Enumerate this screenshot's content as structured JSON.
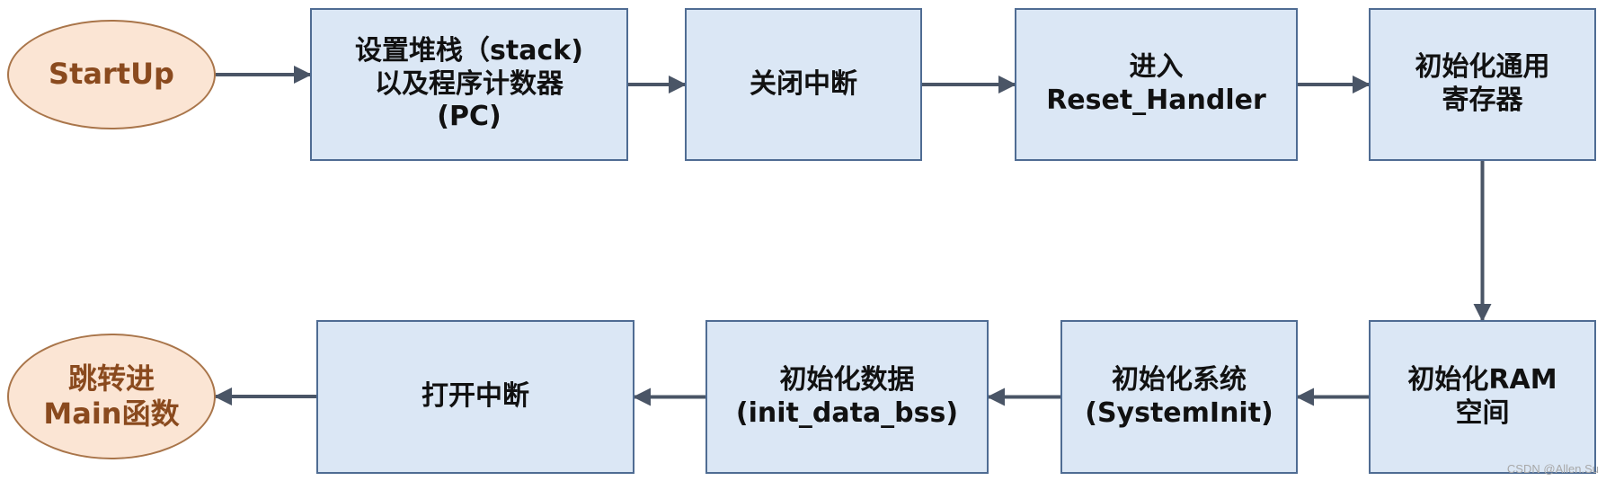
{
  "nodes": {
    "startup": {
      "lines": [
        "StartUp"
      ]
    },
    "set_stack_pc": {
      "lines": [
        "设置堆栈（stack)",
        "以及程序计数器",
        "(PC)"
      ]
    },
    "disable_interrupts": {
      "lines": [
        "关闭中断"
      ]
    },
    "enter_reset_handler": {
      "lines": [
        "进入",
        "Reset_Handler"
      ]
    },
    "init_general_registers": {
      "lines": [
        "初始化通用",
        "寄存器"
      ]
    },
    "init_ram": {
      "lines": [
        "初始化RAM",
        "空间"
      ]
    },
    "init_system": {
      "lines": [
        "初始化系统",
        "(SystemInit)"
      ]
    },
    "init_data": {
      "lines": [
        "初始化数据",
        "(init_data_bss)"
      ]
    },
    "enable_interrupts": {
      "lines": [
        "打开中断"
      ]
    },
    "jump_main": {
      "lines": [
        "跳转进",
        "Main函数"
      ]
    }
  },
  "edges": [
    [
      "startup",
      "set_stack_pc"
    ],
    [
      "set_stack_pc",
      "disable_interrupts"
    ],
    [
      "disable_interrupts",
      "enter_reset_handler"
    ],
    [
      "enter_reset_handler",
      "init_general_registers"
    ],
    [
      "init_general_registers",
      "init_ram"
    ],
    [
      "init_ram",
      "init_system"
    ],
    [
      "init_system",
      "init_data"
    ],
    [
      "init_data",
      "enable_interrupts"
    ],
    [
      "enable_interrupts",
      "jump_main"
    ]
  ],
  "colors": {
    "box_fill": "#dbe7f5",
    "box_border": "#4f6c93",
    "terminal_fill": "#fbe5d4",
    "terminal_border": "#a9754a",
    "terminal_text": "#8a4a1e",
    "arrow": "#4a5566"
  },
  "watermark": "CSDN @Allen.Su"
}
